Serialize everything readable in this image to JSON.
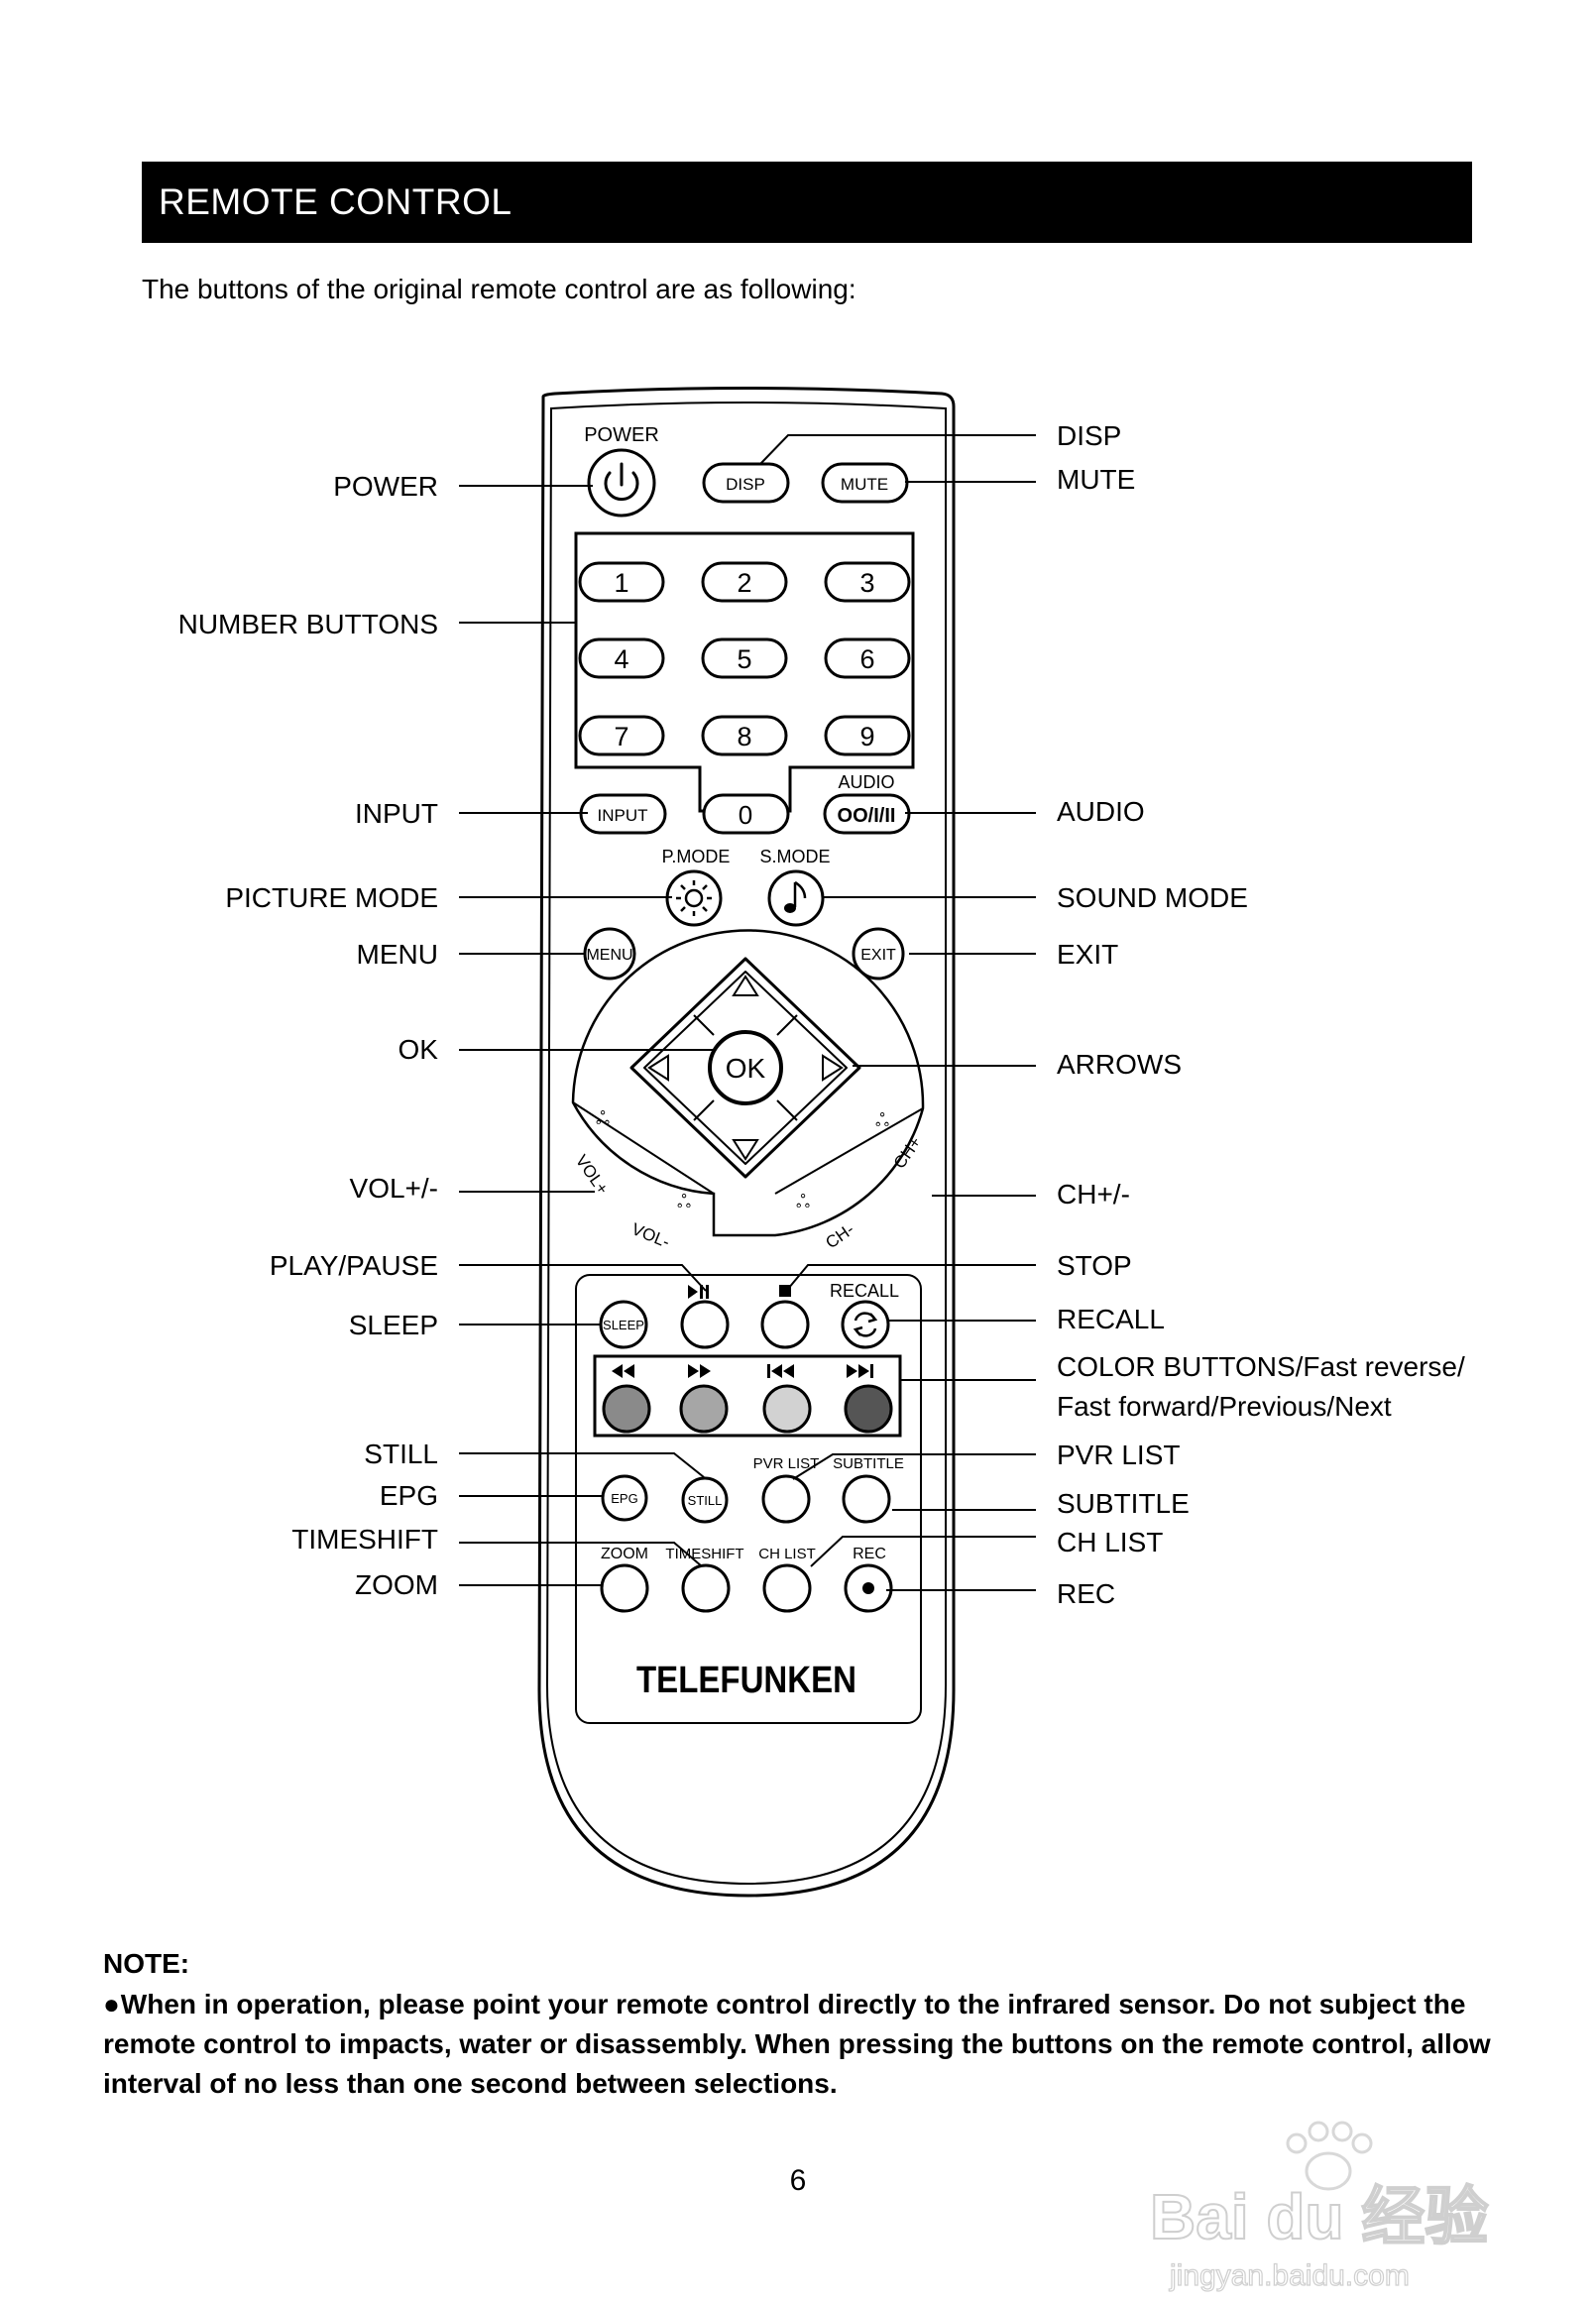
{
  "header": {
    "title": "REMOTE CONTROL"
  },
  "intro": "The buttons of the original remote control are as following:",
  "left_callouts": [
    "POWER",
    "NUMBER BUTTONS",
    "INPUT",
    "PICTURE MODE",
    "MENU",
    "OK",
    "VOL+/-",
    "PLAY/PAUSE",
    "SLEEP",
    "STILL",
    "EPG",
    "TIMESHIFT",
    "ZOOM"
  ],
  "right_callouts": [
    "DISP",
    "MUTE",
    "AUDIO",
    "SOUND MODE",
    "EXIT",
    "ARROWS",
    "CH+/-",
    "STOP",
    "RECALL",
    "COLOR BUTTONS/Fast reverse/",
    "Fast forward/Previous/Next",
    "PVR LIST",
    "SUBTITLE",
    "CH LIST",
    "REC"
  ],
  "remote": {
    "power_label": "POWER",
    "disp": "DISP",
    "mute": "MUTE",
    "digits": [
      "1",
      "2",
      "3",
      "4",
      "5",
      "6",
      "7",
      "8",
      "9"
    ],
    "zero": "0",
    "input": "INPUT",
    "audio_label": "AUDIO",
    "audio_symbol": "OO/I/II",
    "pmode_label": "P.MODE",
    "smode_label": "S.MODE",
    "menu": "MENU",
    "exit": "EXIT",
    "ok": "OK",
    "vol_plus": "VOL+",
    "vol_minus": "VOL-",
    "ch_plus": "CH+",
    "ch_minus": "CH-",
    "recall_label": "RECALL",
    "sleep": "SLEEP",
    "epg": "EPG",
    "still": "STILL",
    "pvr_list_label": "PVR LIST",
    "subtitle_label": "SUBTITLE",
    "zoom_label": "ZOOM",
    "timeshift_label": "TIMESHIFT",
    "ch_list_label": "CH LIST",
    "rec_label": "REC",
    "brand": "TELEFUNKEN",
    "color_buttons": [
      "#8a8a8a",
      "#a6a6a6",
      "#d2d2d2",
      "#555555"
    ]
  },
  "note": {
    "heading": "NOTE:",
    "bullet": "●",
    "text": "When in operation, please point your remote control directly to the infrared sensor. Do not subject the remote control to impacts, water or disassembly. When pressing the buttons on the remote control, allow interval of no less than one second between selections."
  },
  "page_number": "6",
  "watermark": {
    "text": "Bai du 经验",
    "url_text": "jingyan.baidu.com"
  }
}
